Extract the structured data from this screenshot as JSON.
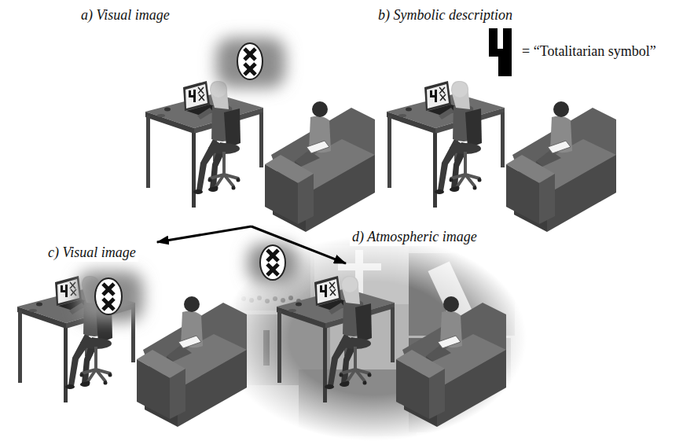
{
  "diagram": {
    "nodes": [
      {
        "text": [
          "a) Visual image"
        ]
      },
      {
        "text": [
          "b) Symbolic description"
        ]
      },
      {
        "text": [
          "c) Visual image"
        ]
      },
      {
        "text": [
          "d) Atmospheric image"
        ]
      }
    ],
    "edges": [
      {
        "from": 0,
        "to": 2,
        "arrow": "to"
      },
      {
        "from": 0,
        "to": 3,
        "arrow": "to"
      }
    ],
    "labels": [
      "= “Totalitarian symbol”"
    ]
  }
}
